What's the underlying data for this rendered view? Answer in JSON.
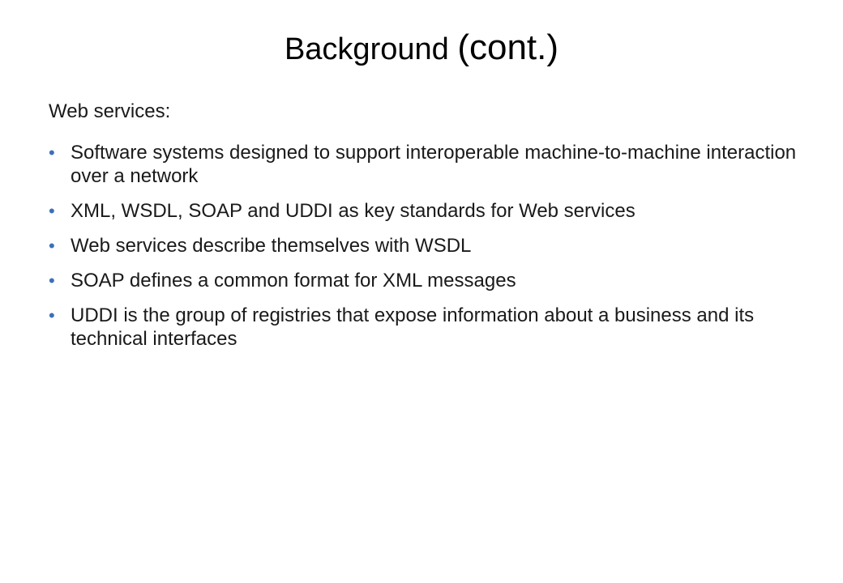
{
  "slide": {
    "title": "Background",
    "title_suffix": "(cont.)",
    "intro": "Web services:",
    "bullet_glyph": "•",
    "accent_color": "#3d70b8",
    "bullets": [
      "Software systems designed to support interoperable machine-to-machine interaction over a network",
      "XML, WSDL, SOAP and UDDI as key standards for Web services",
      "Web services describe themselves with WSDL",
      "SOAP defines a common format for XML messages",
      "UDDI is the group of registries that expose information about a business and its technical interfaces"
    ]
  }
}
